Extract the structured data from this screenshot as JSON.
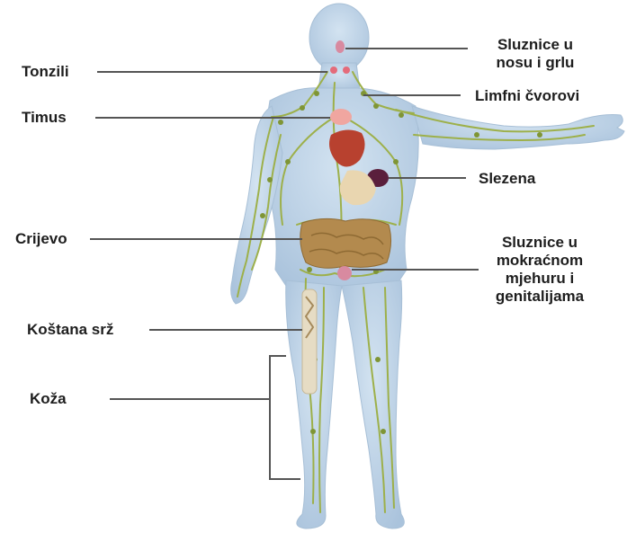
{
  "labels": {
    "left": {
      "tonsils": "Tonzili",
      "thymus": "Timus",
      "intestine": "Crijevo",
      "bone_marrow": "Koštana srž",
      "skin": "Koža"
    },
    "right": {
      "nose_throat_line1": "Sluznice u",
      "nose_throat_line2": "nosu i grlu",
      "lymph_nodes": "Limfni čvorovi",
      "spleen": "Slezena",
      "bladder_line1": "Sluznice u",
      "bladder_line2": "mokraćnom",
      "bladder_line3": "mjehuru i",
      "bladder_line4": "genitalijama"
    }
  },
  "colors": {
    "body": "#bcd2e6",
    "body_edge": "#9cb6d0",
    "lymph": "#9db04a",
    "lines": "#555555",
    "text": "#1e1e1e"
  }
}
